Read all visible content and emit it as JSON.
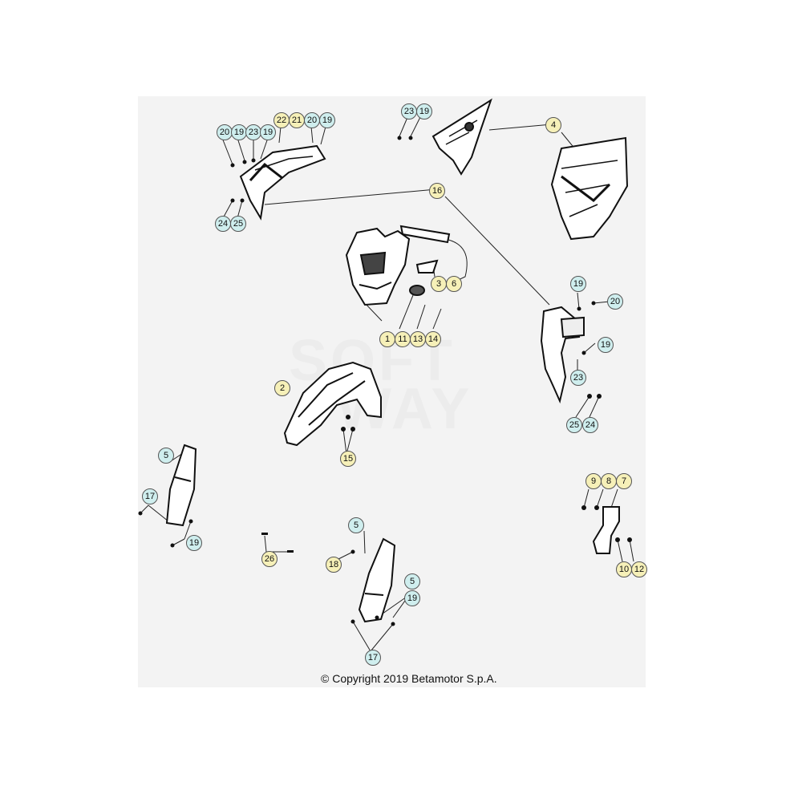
{
  "watermark": {
    "line1": "SOFT",
    "line2": "WAY"
  },
  "copyright": "© Copyright 2019 Betamotor S.p.A.",
  "colors": {
    "callout_blue": "#cfeeee",
    "callout_yellow": "#f6f0b8",
    "line": "#222222"
  },
  "callouts": {
    "c1": "1",
    "c2": "2",
    "c3": "3",
    "c4": "4",
    "c5a": "5",
    "c5b": "5",
    "c5c": "5",
    "c6": "6",
    "c7": "7",
    "c8": "8",
    "c9": "9",
    "c10": "10",
    "c11": "11",
    "c12": "12",
    "c13": "13",
    "c14": "14",
    "c15": "15",
    "c16": "16",
    "c17a": "17",
    "c17b": "17",
    "c18": "18",
    "c19a": "19",
    "c19b": "19",
    "c19c": "19",
    "c19d": "19",
    "c19e": "19",
    "c19f": "19",
    "c19g": "19",
    "c19h": "19",
    "c20a": "20",
    "c20b": "20",
    "c20c": "20",
    "c21": "21",
    "c22": "22",
    "c23a": "23",
    "c23b": "23",
    "c23c": "23",
    "c24a": "24",
    "c24b": "24",
    "c25a": "25",
    "c25b": "25",
    "c26": "26"
  }
}
